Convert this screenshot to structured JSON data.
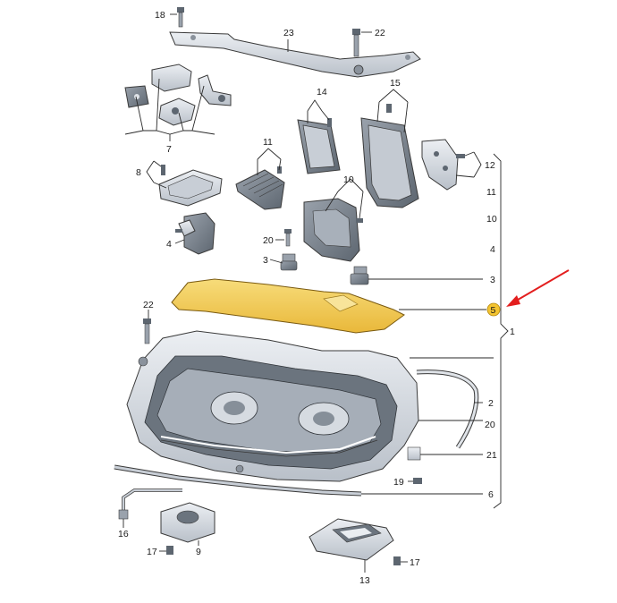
{
  "diagram": {
    "labels": {
      "p18": "18",
      "p23": "23",
      "p22_top": "22",
      "p7": "7",
      "p14": "14",
      "p15": "15",
      "p11_left": "11",
      "p8": "8",
      "p12": "12",
      "p11_right": "11",
      "p10_right": "10",
      "p10_mid": "10",
      "p4_left": "4",
      "p4_right": "4",
      "p20_left": "20",
      "p3_left": "3",
      "p3_right": "3",
      "p5": "5",
      "p1": "1",
      "p22_left": "22",
      "p2": "2",
      "p20_right": "20",
      "p21": "21",
      "p19": "19",
      "p6": "6",
      "p16": "16",
      "p17_left": "17",
      "p9": "9",
      "p17_right": "17",
      "p13": "13"
    },
    "colors": {
      "highlight_part": "#f2c84a",
      "highlight_marker": "#f4c430",
      "arrow": "#e31e1e",
      "part_fill": "#d9dde3",
      "part_dark": "#7c8590"
    }
  }
}
